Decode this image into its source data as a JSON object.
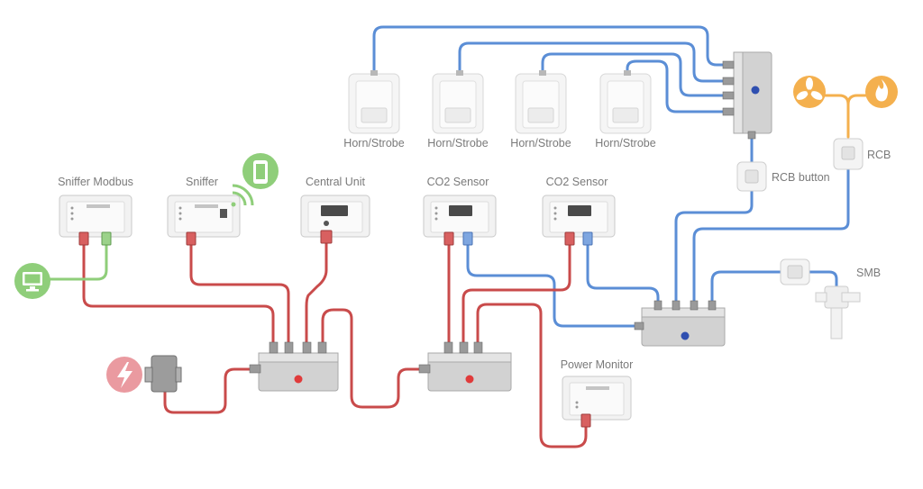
{
  "labels": {
    "horn1": "Horn/Strobe",
    "horn2": "Horn/Strobe",
    "horn3": "Horn/Strobe",
    "horn4": "Horn/Strobe",
    "sniffer_modbus": "Sniffer Modbus",
    "sniffer": "Sniffer",
    "central_unit": "Central Unit",
    "co2_1": "CO2 Sensor",
    "co2_2": "CO2 Sensor",
    "rcb_button": "RCB button",
    "rcb": "RCB",
    "smb": "SMB",
    "power_monitor": "Power Monitor"
  },
  "colors": {
    "power_wire": "#c94b4b",
    "bus_wire": "#5b8ed6",
    "network_wire": "#8fce7a",
    "relay_wire": "#f4b04e",
    "led_red": "#e03b3b",
    "led_blue": "#2f4fb0"
  },
  "icons": {
    "computer": "monitor-icon",
    "mobile": "wireless-phone-icon",
    "power": "lightning-bolt-icon",
    "fan": "fan-icon",
    "fire": "flame-icon"
  }
}
